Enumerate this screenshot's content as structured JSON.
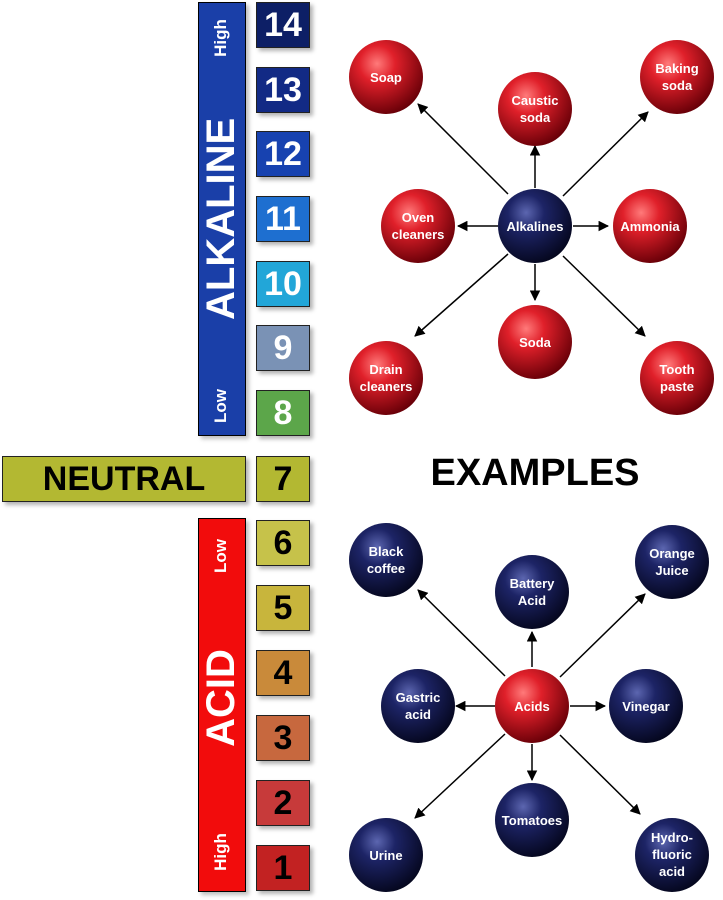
{
  "alkaline_bar": {
    "title": "ALKALINE",
    "high": "High",
    "low": "Low",
    "color": "#1a3fa8"
  },
  "acid_bar": {
    "title": "ACID",
    "high": "High",
    "low": "Low",
    "color": "#f20c0c"
  },
  "neutral": {
    "label": "NEUTRAL",
    "value": "7",
    "color": "#b3b832"
  },
  "examples_title": "EXAMPLES",
  "scale": [
    {
      "value": "14",
      "bg": "#0d1f66",
      "fg": "#ffffff"
    },
    {
      "value": "13",
      "bg": "#122a85",
      "fg": "#ffffff"
    },
    {
      "value": "12",
      "bg": "#1742b0",
      "fg": "#ffffff"
    },
    {
      "value": "11",
      "bg": "#1e6fd0",
      "fg": "#ffffff"
    },
    {
      "value": "10",
      "bg": "#22a6d8",
      "fg": "#ffffff"
    },
    {
      "value": "9",
      "bg": "#7a92b5",
      "fg": "#ffffff"
    },
    {
      "value": "8",
      "bg": "#5ca64a",
      "fg": "#ffffff"
    },
    {
      "value": "6",
      "bg": "#c6c24a",
      "fg": "#000000"
    },
    {
      "value": "5",
      "bg": "#c8b53c",
      "fg": "#000000"
    },
    {
      "value": "4",
      "bg": "#c98a3a",
      "fg": "#000000"
    },
    {
      "value": "3",
      "bg": "#c7683e",
      "fg": "#000000"
    },
    {
      "value": "2",
      "bg": "#c73a3a",
      "fg": "#000000"
    },
    {
      "value": "1",
      "bg": "#c22222",
      "fg": "#000000"
    }
  ],
  "alkalines": {
    "center": "Alkalines",
    "items": [
      "Soap",
      "Caustic soda",
      "Baking soda",
      "Oven cleaners",
      "Ammonia",
      "Drain cleaners",
      "Soda",
      "Tooth paste"
    ]
  },
  "acids": {
    "center": "Acids",
    "items": [
      "Black coffee",
      "Battery Acid",
      "Orange Juice",
      "Gastric acid",
      "Vinegar",
      "Urine",
      "Tomatoes",
      "Hydro- fluoric acid"
    ]
  },
  "colors": {
    "red_ball": "#c8102e",
    "navy_ball": "#141a4a"
  }
}
